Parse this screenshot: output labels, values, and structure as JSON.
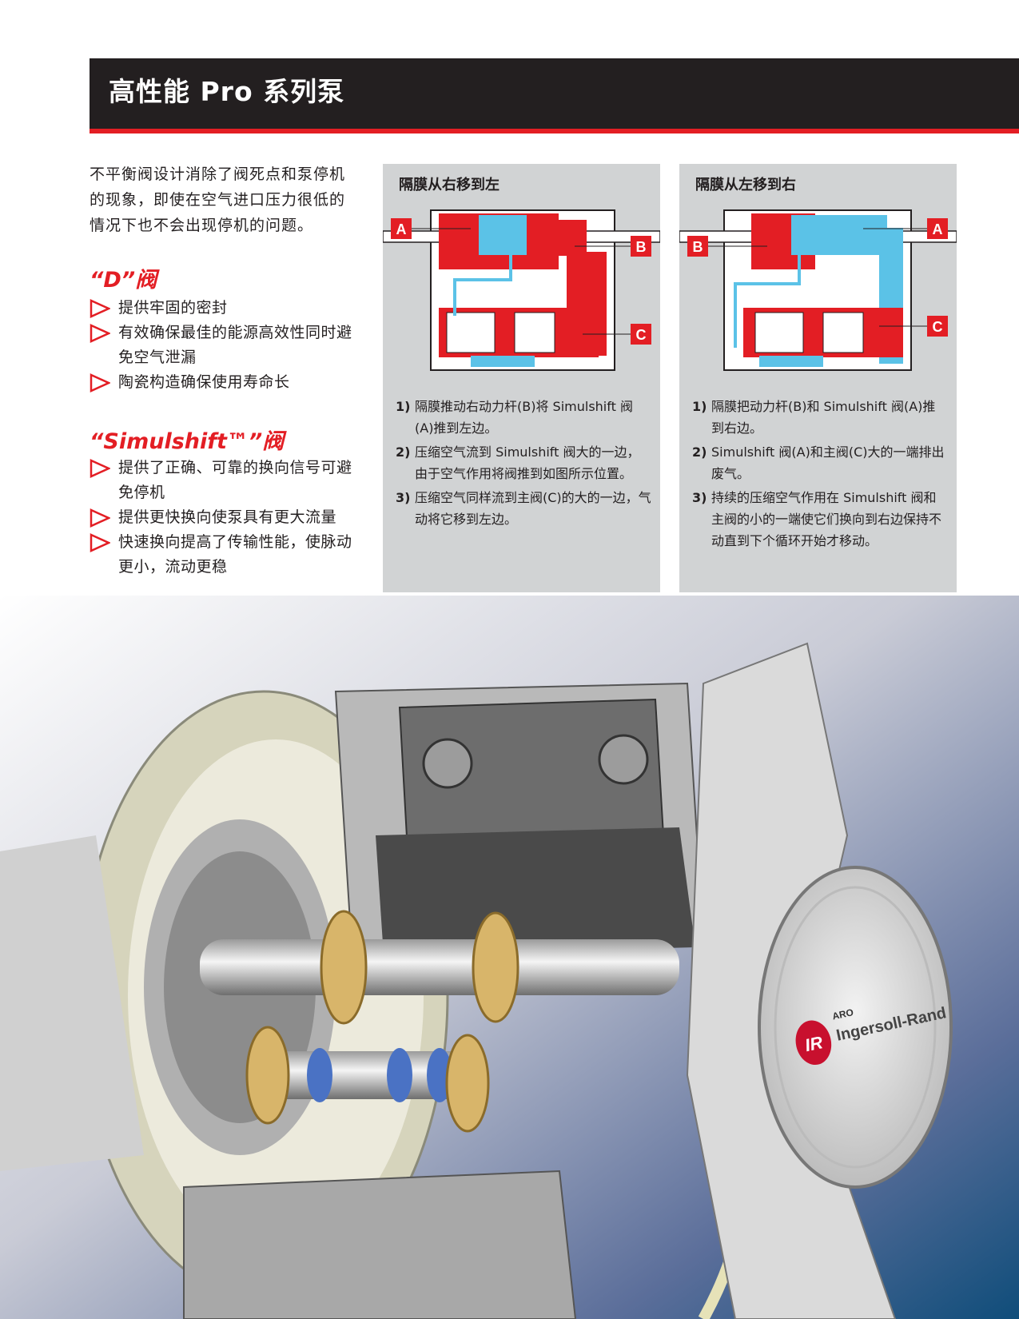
{
  "header": {
    "title": "高性能 Pro 系列泵"
  },
  "intro": "不平衡阀设计消除了阀死点和泵停机的现象，即使在空气进口压力很低的情况下也不会出现停机的问题。",
  "d_valve": {
    "heading": "“D”阀",
    "bullets": [
      "提供牢固的密封",
      "有效确保最佳的能源高效性同时避免空气泄漏",
      "陶瓷构造确保使用寿命长"
    ]
  },
  "simulshift": {
    "heading": "“Simulshift™”阀",
    "bullets": [
      "提供了正确、可靠的换向信号可避免停机",
      "提供更快换向使泵具有更大流量",
      "快速换向提高了传输性能，使脉动更小，流动更稳"
    ]
  },
  "panel_left": {
    "title": "隔膜从右移到左",
    "labels": {
      "a": "A",
      "b": "B",
      "c": "C"
    },
    "steps": [
      {
        "num": "1)",
        "text": "隔膜推动右动力杆(B)将 Simulshift 阀(A)推到左边。"
      },
      {
        "num": "2)",
        "text": "压缩空气流到 Simulshift 阀大的一边，由于空气作用将阀推到如图所示位置。"
      },
      {
        "num": "3)",
        "text": "压缩空气同样流到主阀(C)的大的一边，气动将它移到左边。"
      }
    ]
  },
  "panel_right": {
    "title": "隔膜从左移到右",
    "labels": {
      "a": "A",
      "b": "B",
      "c": "C"
    },
    "steps": [
      {
        "num": "1)",
        "text": "隔膜把动力杆(B)和 Simulshift 阀(A)推到右边。"
      },
      {
        "num": "2)",
        "text": "Simulshift 阀(A)和主阀(C)大的一端排出废气。"
      },
      {
        "num": "3)",
        "text": "持续的压缩空气作用在 Simulshift 阀和主阀的小的一端使它们换向到右边保持不动直到下个循环开始才移动。"
      }
    ]
  },
  "logo": {
    "small": "ARO",
    "brand": "Ingersoll-Rand",
    "mark": "IR"
  },
  "colors": {
    "red": "#e31e24",
    "blue": "#5bc2e7",
    "dark": "#231f20",
    "panel": "#d1d3d4"
  }
}
